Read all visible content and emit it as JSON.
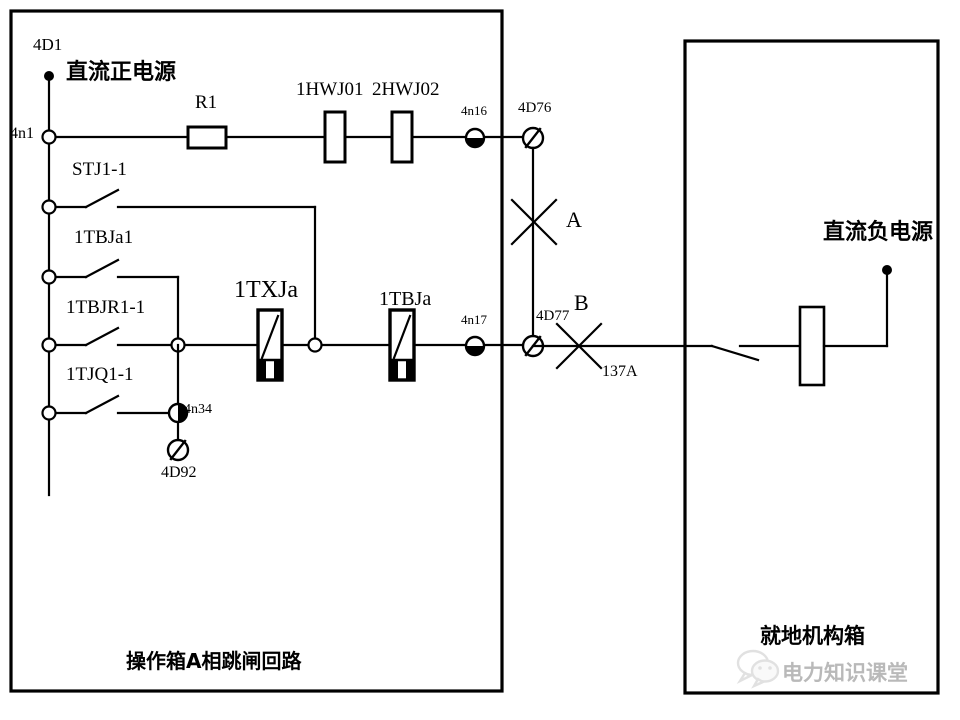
{
  "diagram": {
    "title_left": "操作箱A相跳闸回路",
    "title_right": "就地机构箱",
    "watermark": "电力知识课堂",
    "colors": {
      "line": "#000000",
      "background": "#ffffff",
      "watermark": "#b9b9b9"
    }
  },
  "labels": {
    "terminal_block": "4D1",
    "dc_positive": "直流正电源",
    "dc_negative": "直流负电源",
    "resistor": "R1",
    "contact_1hwj01": "1HWJ01",
    "contact_2hwj02": "2HWJ02",
    "switch_stj11": "STJ1-1",
    "switch_1tbja1": "1TBJa1",
    "switch_1tbjr11": "1TBJR1-1",
    "switch_1tjq11": "1TJQ1-1",
    "coil_1txja": "1TXJa",
    "coil_1tbja": "1TBJa",
    "term_4n1": "4n1",
    "term_4n16": "4n16",
    "term_4n17": "4n17",
    "term_4n34": "4n34",
    "term_4d76": "4D76",
    "term_4d77": "4D77",
    "term_4d92": "4D92",
    "cross_a": "A",
    "cross_b": "B",
    "cable_137a": "137A"
  }
}
